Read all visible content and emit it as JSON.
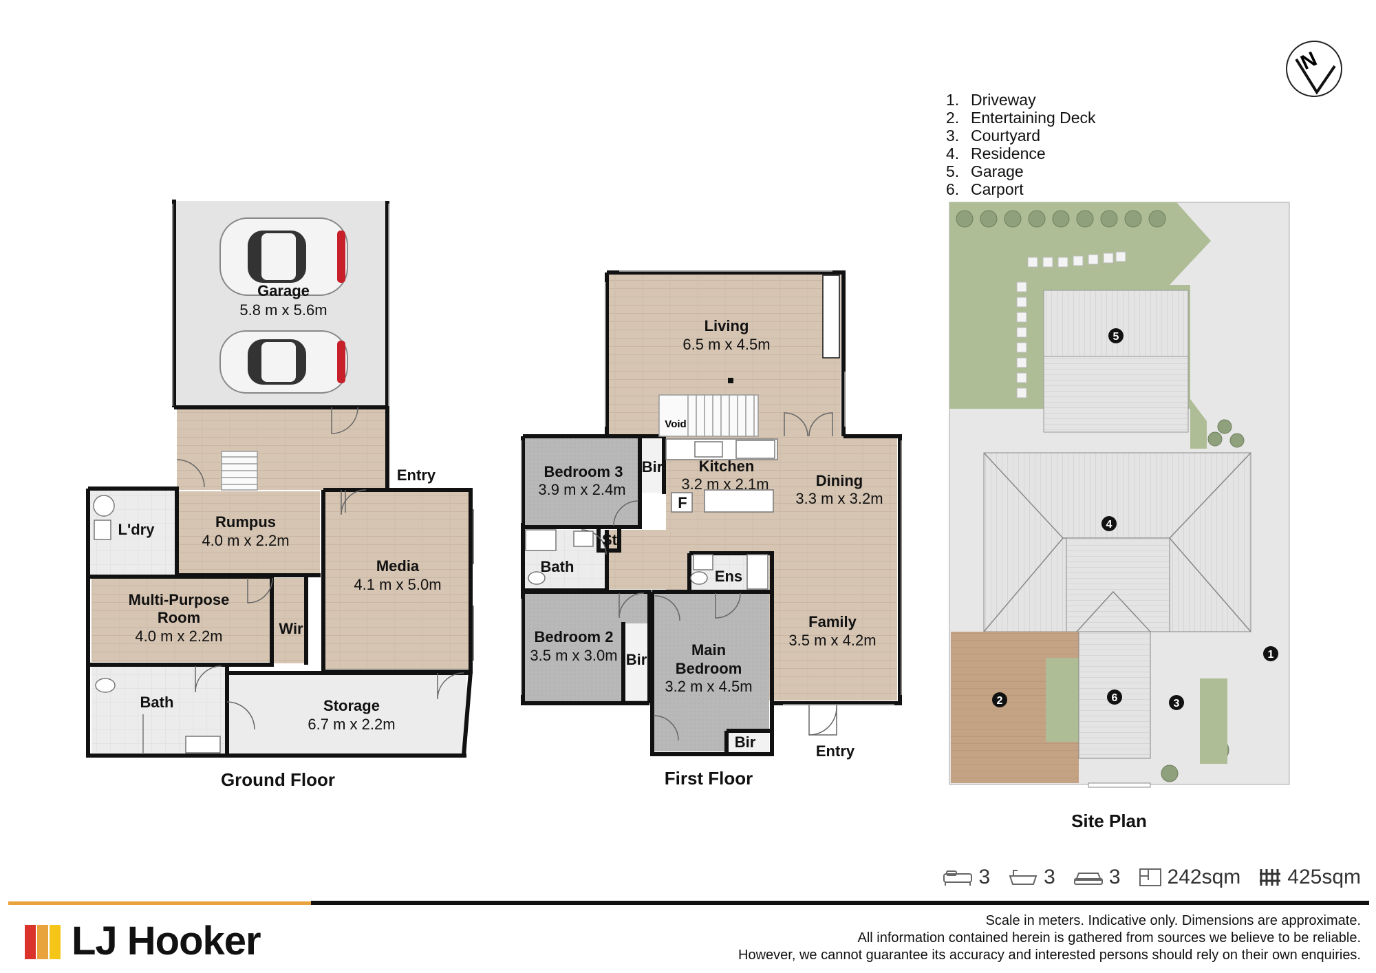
{
  "ground_floor": {
    "title": "Ground Floor",
    "garage": {
      "name": "Garage",
      "dims": "5.8 m x 5.6m"
    },
    "rumpus": {
      "name": "Rumpus",
      "dims": "4.0 m x 2.2m"
    },
    "laundry": {
      "name": "L'dry"
    },
    "entry": {
      "name": "Entry"
    },
    "media": {
      "name": "Media",
      "dims": "4.1 m x 5.0m"
    },
    "multi_purpose": {
      "name_line1": "Multi-Purpose",
      "name_line2": "Room",
      "dims": "4.0 m x 2.2m"
    },
    "wir": {
      "name": "Wir"
    },
    "bath": {
      "name": "Bath"
    },
    "storage": {
      "name": "Storage",
      "dims": "6.7 m x 2.2m"
    }
  },
  "first_floor": {
    "title": "First Floor",
    "living": {
      "name": "Living",
      "dims": "6.5 m x 4.5m"
    },
    "void": {
      "name": "Void"
    },
    "bedroom3": {
      "name": "Bedroom 3",
      "dims": "3.9 m x 2.4m"
    },
    "bir_b3": {
      "name": "Bir"
    },
    "kitchen": {
      "name": "Kitchen",
      "dims": "3.2 m x 2.1m"
    },
    "fridge": {
      "name": "F"
    },
    "dining": {
      "name": "Dining",
      "dims": "3.3 m x 3.2m"
    },
    "store": {
      "name": "St"
    },
    "bath": {
      "name": "Bath"
    },
    "ens": {
      "name": "Ens"
    },
    "bedroom2": {
      "name": "Bedroom 2",
      "dims": "3.5 m x 3.0m"
    },
    "bir_b2": {
      "name": "Bir"
    },
    "main_bedroom": {
      "name_line1": "Main",
      "name_line2": "Bedroom",
      "dims": "3.2 m x 4.5m"
    },
    "bir_main": {
      "name": "Bir"
    },
    "family": {
      "name": "Family",
      "dims": "3.5 m x 4.2m"
    },
    "entry": {
      "name": "Entry"
    }
  },
  "site_plan": {
    "title": "Site Plan",
    "legend": [
      {
        "num": "1.",
        "label": "Driveway"
      },
      {
        "num": "2.",
        "label": "Entertaining Deck"
      },
      {
        "num": "3.",
        "label": "Courtyard"
      },
      {
        "num": "4.",
        "label": "Residence"
      },
      {
        "num": "5.",
        "label": "Garage"
      },
      {
        "num": "6.",
        "label": "Carport"
      }
    ],
    "markers": [
      "1",
      "2",
      "3",
      "4",
      "5",
      "6"
    ],
    "compass": "N"
  },
  "stats": {
    "bedrooms": "3",
    "bathrooms": "3",
    "car_spaces": "3",
    "floor_area": "242sqm",
    "land_area": "425sqm"
  },
  "brand": {
    "name": "LJ Hooker",
    "colors": {
      "red": "#d9332b",
      "orange": "#e8a33d",
      "yellow": "#f5c518",
      "line": "#e8a33d"
    }
  },
  "disclaimer": {
    "line1": "Scale in meters. Indicative only. Dimensions are approximate.",
    "line2": "All information contained herein is gathered from sources we believe to be reliable.",
    "line3": "However, we cannot guarantee its accuracy and interested persons should rely on their own enquiries."
  },
  "colors": {
    "wood": "#d4c3b0",
    "carpet": "#b9b9b9",
    "tile": "#e8e8e8",
    "lawn": "#aebd96",
    "paving": "#e6e6e6",
    "deck": "#c29f80",
    "wall": "#111111"
  }
}
